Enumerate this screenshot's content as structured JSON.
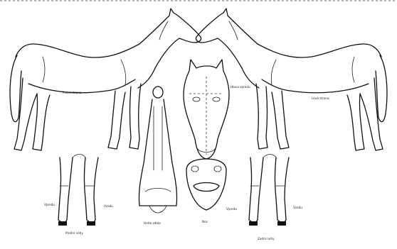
{
  "labels": {
    "left_side": "Pravá strana",
    "right_side": "Levá strana",
    "head": "Hlava zpredu",
    "under_neck": "Hrdlo zdola",
    "nose": "Nos",
    "left_legs_front": "Vpredu",
    "left_legs_back": "Vzadu",
    "left_legs_caption": "Prední nohy",
    "right_legs_front": "Vpredu",
    "right_legs_back": "Vzadu",
    "right_legs_caption": "Zadní nohy"
  },
  "colors": {
    "line": "#111111",
    "background": "#ffffff"
  }
}
